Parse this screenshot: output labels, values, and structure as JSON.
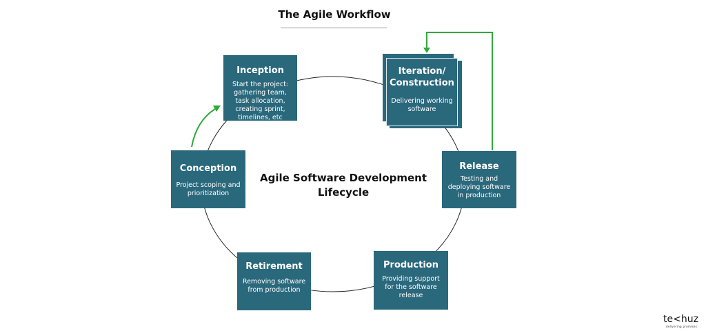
{
  "title": "The Agile Workflow",
  "center_label": [
    "Agile Software Development",
    "Lifecycle"
  ],
  "stages": {
    "inception": {
      "title": "Inception",
      "desc": "Start the project: gathering team, task allocation, creating sprint, timelines, etc"
    },
    "iteration": {
      "title": "Iteration/ Construction",
      "desc": "Delivering working software"
    },
    "release": {
      "title": "Release",
      "desc": "Testing and deploying software in production"
    },
    "production": {
      "title": "Production",
      "desc": "Providing support for the software release"
    },
    "retirement": {
      "title": "Retirement",
      "desc": "Removing software from production"
    },
    "conception": {
      "title": "Conception",
      "desc": "Project scoping and prioritization"
    }
  },
  "logo": {
    "name": "te<huz",
    "tagline": "delivering promises"
  },
  "colors": {
    "box": "#2a687c",
    "arrow": "#2eaa3a",
    "cycle": "#222222"
  }
}
